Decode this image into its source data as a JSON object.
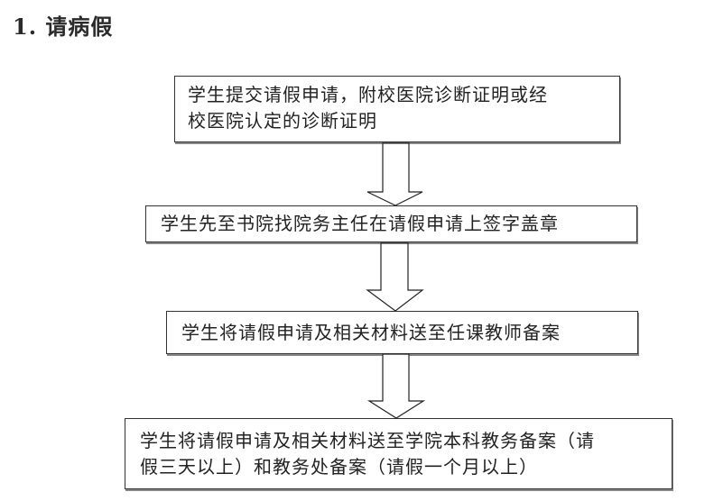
{
  "heading": "1. 请病假",
  "flow": {
    "steps": [
      {
        "lines": [
          "学生提交请假申请，附校医院诊断证明或经",
          "校医院认定的诊断证明"
        ]
      },
      {
        "lines": [
          "学生先至书院找院务主任在请假申请上签字盖章"
        ]
      },
      {
        "lines": [
          "学生将请假申请及相关材料送至任课教师备案"
        ]
      },
      {
        "lines": [
          "学生将请假申请及相关材料送至学院本科教务备案（请",
          "假三天以上）和教务处备案（请假一个月以上）"
        ]
      }
    ],
    "connector_icon": "down-arrow-icon"
  }
}
